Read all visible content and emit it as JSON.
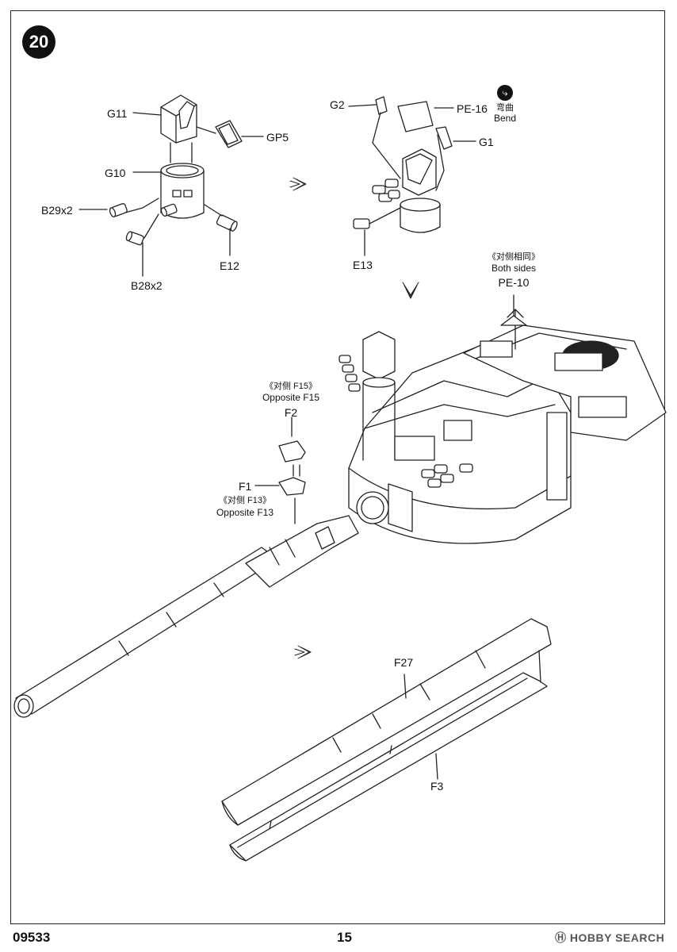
{
  "step": {
    "number": "20"
  },
  "icons": {
    "bend": "bend-icon",
    "arrow": "hatched-direction-arrow"
  },
  "labels": {
    "g11": "G11",
    "gp5": "GP5",
    "g10": "G10",
    "b29": "B29x2",
    "b28": "B28x2",
    "e12": "E12",
    "g2": "G2",
    "pe16": "PE-16",
    "bend_cn": "弯曲",
    "bend_en": "Bend",
    "g1": "G1",
    "e13": "E13",
    "both_cn": "《对侧相同》",
    "both_en": "Both sides",
    "pe10": "PE-10",
    "f15_cn": "《对侧  F15》",
    "f15_en": "Opposite F15",
    "f2": "F2",
    "f1": "F1",
    "f13_cn": "《对侧  F13》",
    "f13_en": "Opposite F13",
    "f27": "F27",
    "f3": "F3"
  },
  "footer": {
    "code": "09533",
    "page": "15",
    "watermark": "Ⓗ HOBBY SEARCH"
  }
}
